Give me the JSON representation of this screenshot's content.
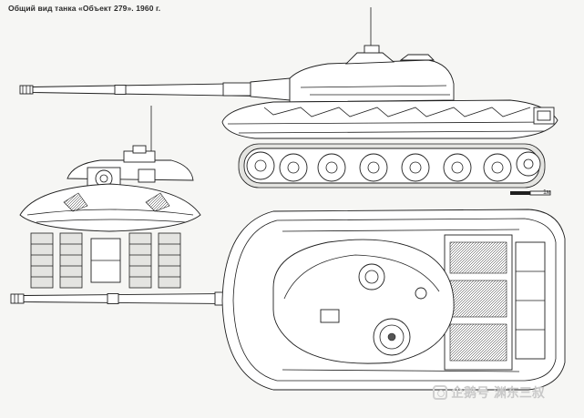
{
  "caption": "Общий вид танка «Объект 279». 1960 г.",
  "scale_bar_label": "1м",
  "watermark": "企鹅号 渊东三叔",
  "colors": {
    "line": "#1f1f1f",
    "paper": "#f6f6f4",
    "watermark": "#c9c9c9"
  }
}
